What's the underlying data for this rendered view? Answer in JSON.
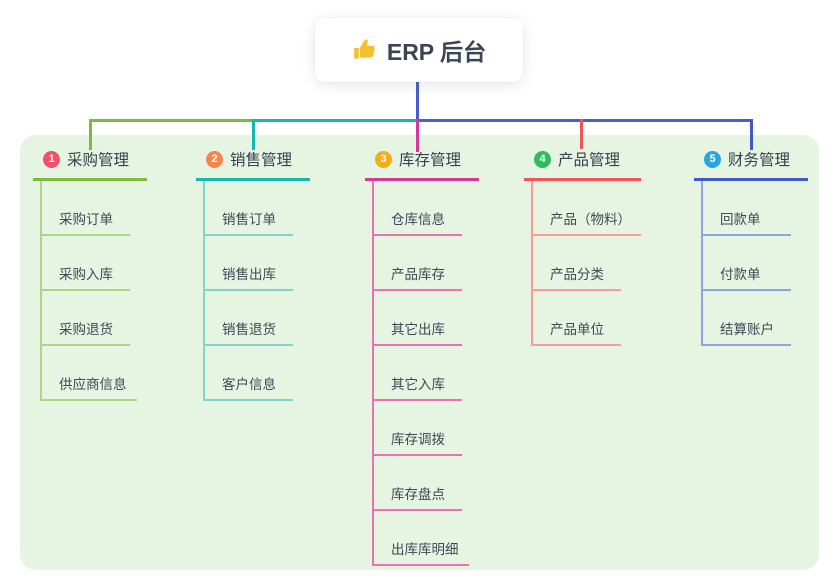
{
  "root": {
    "title": "ERP 后台",
    "icon": "thumbs-up-icon",
    "icon_color": "#f5c02f",
    "trunk_color": "#4a5ecb"
  },
  "panel": {
    "background": "#e6f4e2"
  },
  "branches": [
    {
      "badge": "1",
      "label": "采购管理",
      "badge_color": "#f0506b",
      "color": "#7cbb3f",
      "light_color": "#abd685",
      "children": [
        "采购订单",
        "采购入库",
        "采购退货",
        "供应商信息"
      ]
    },
    {
      "badge": "2",
      "label": "销售管理",
      "badge_color": "#f9854e",
      "color": "#14b8ac",
      "light_color": "#7fd6cd",
      "children": [
        "销售订单",
        "销售出库",
        "销售退货",
        "客户信息"
      ]
    },
    {
      "badge": "3",
      "label": "库存管理",
      "badge_color": "#f8ab1b",
      "color": "#d9369a",
      "light_color": "#ee6fb2",
      "children": [
        "仓库信息",
        "产品库存",
        "其它出库",
        "其它入库",
        "库存调拨",
        "库存盘点",
        "出库库明细"
      ]
    },
    {
      "badge": "4",
      "label": "产品管理",
      "badge_color": "#2dbd59",
      "color": "#f25359",
      "light_color": "#f79b9b",
      "children": [
        "产品（物料）",
        "产品分类",
        "产品单位"
      ]
    },
    {
      "badge": "5",
      "label": "财务管理",
      "badge_color": "#29a5e3",
      "color": "#4257c8",
      "light_color": "#8ca3e4",
      "children": [
        "回款单",
        "付款单",
        "结算账户"
      ]
    }
  ]
}
